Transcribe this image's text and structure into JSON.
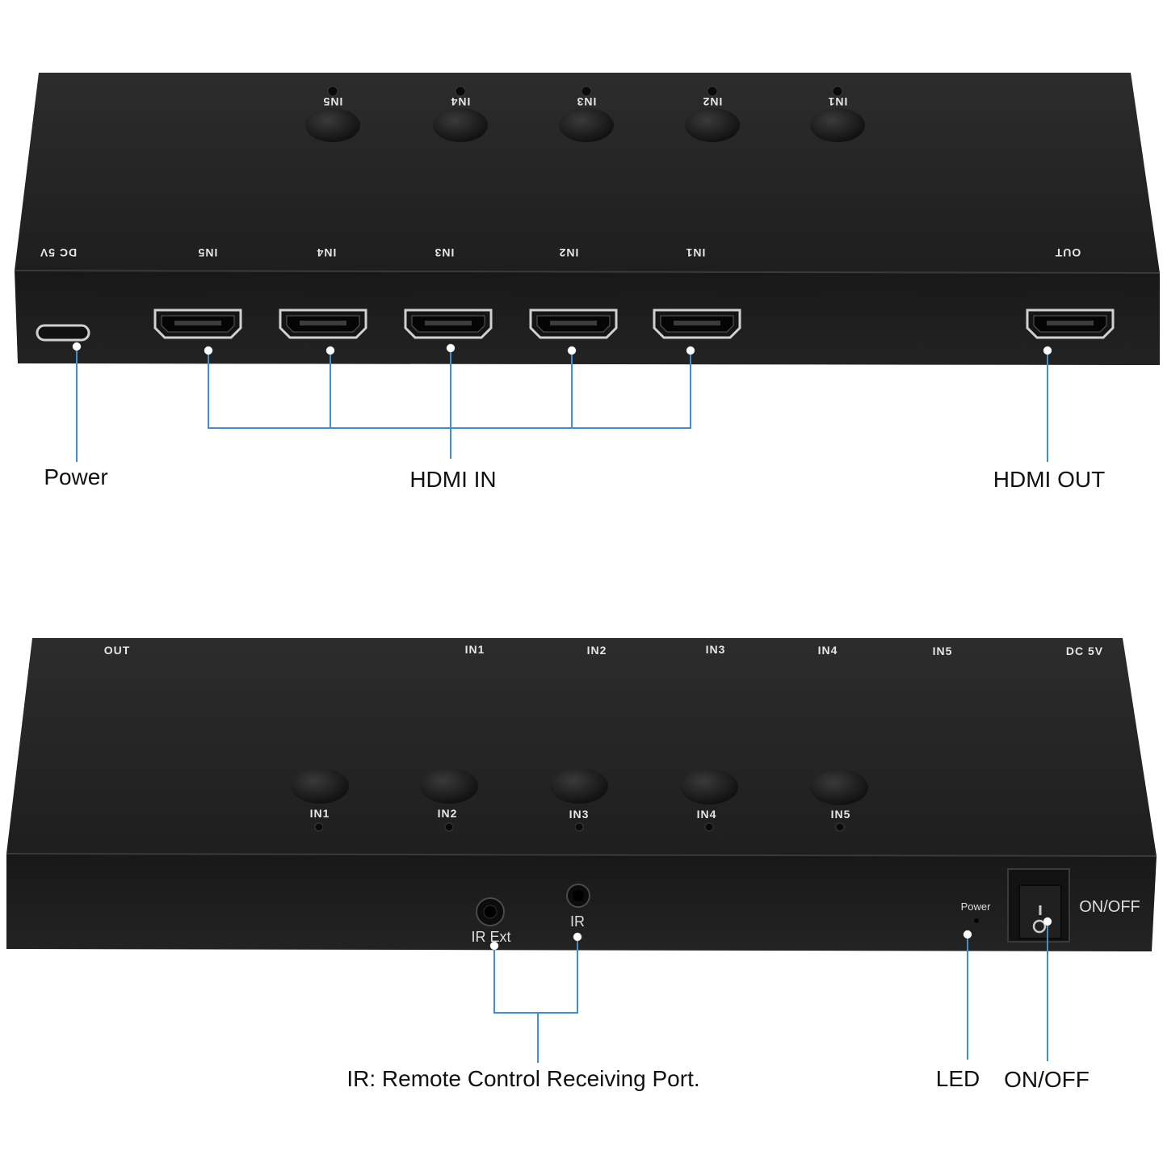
{
  "top_unit": {
    "top_face_labels": [
      "IN5",
      "IN4",
      "IN3",
      "IN2",
      "IN1"
    ],
    "port_labels": [
      "DC 5V",
      "IN5",
      "IN4",
      "IN3",
      "IN2",
      "IN1",
      "OUT"
    ]
  },
  "bottom_unit": {
    "top_face_labels": [
      "OUT",
      "IN1",
      "IN2",
      "IN3",
      "IN4",
      "IN5",
      "DC 5V"
    ],
    "button_labels": [
      "IN1",
      "IN2",
      "IN3",
      "IN4",
      "IN5"
    ],
    "ir_ext_label": "IR Ext",
    "ir_label": "IR",
    "power_led_label": "Power",
    "switch_label": "ON/OFF"
  },
  "callouts": {
    "power": "Power",
    "hdmi_in": "HDMI IN",
    "hdmi_out": "HDMI OUT",
    "ir": "IR: Remote Control Receiving Port.",
    "led": "LED",
    "on_off": "ON/OFF"
  },
  "colors": {
    "device_body": "#1d1d1d",
    "device_face": "#262626",
    "leader_line": "#3f8fce"
  }
}
